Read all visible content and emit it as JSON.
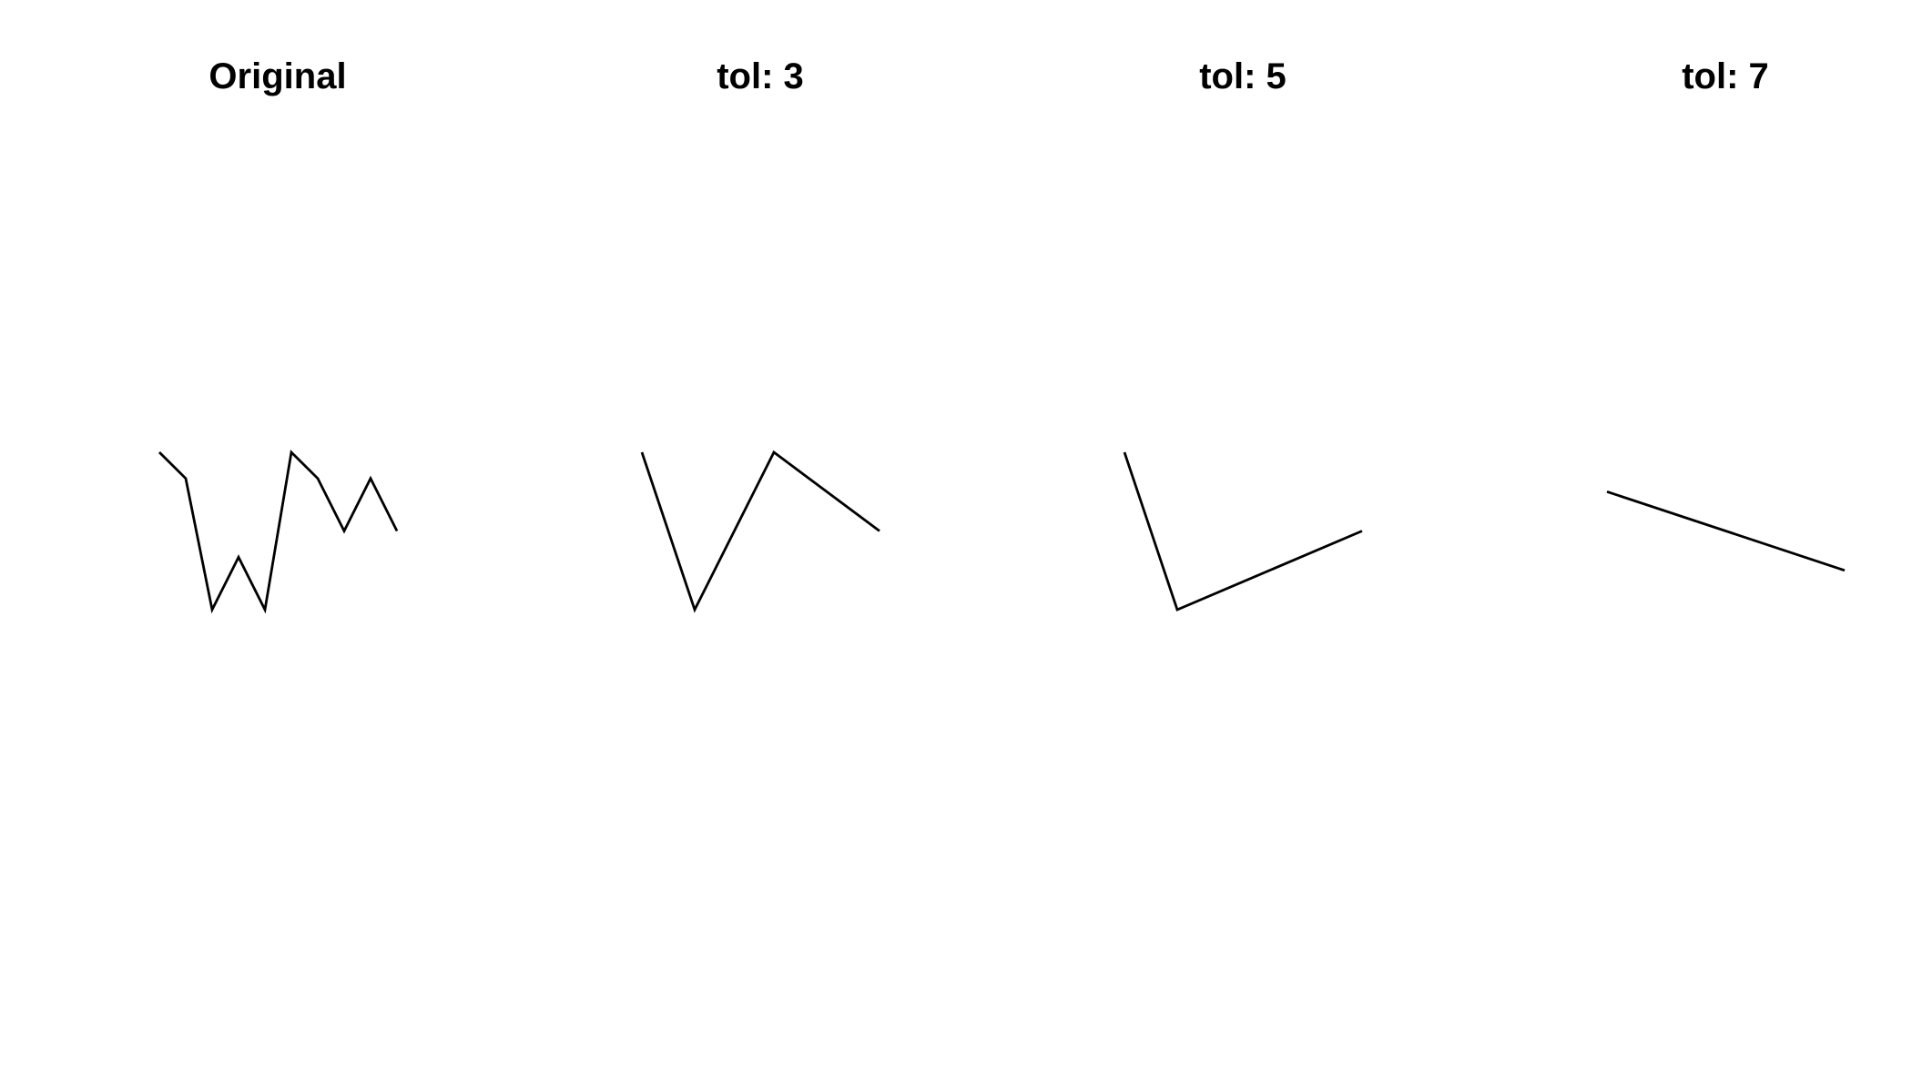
{
  "chart_data": [
    {
      "type": "line",
      "title": "Original",
      "xlabel": "",
      "ylabel": "",
      "x": [
        0,
        1,
        2,
        3,
        4,
        5,
        6,
        7,
        8,
        9
      ],
      "y": [
        3,
        2,
        -3,
        -1,
        -3,
        3,
        2,
        0,
        2,
        0
      ],
      "xlim": [
        0,
        9
      ],
      "ylim": [
        -3,
        3
      ],
      "axes_visible": false,
      "grid": false,
      "stroke_color": "#000000"
    },
    {
      "type": "line",
      "title": "tol: 3",
      "xlabel": "",
      "ylabel": "",
      "x": [
        0,
        2,
        5,
        9
      ],
      "y": [
        3,
        -3,
        3,
        0
      ],
      "xlim": [
        0,
        9
      ],
      "ylim": [
        -3,
        3
      ],
      "axes_visible": false,
      "grid": false,
      "stroke_color": "#000000"
    },
    {
      "type": "line",
      "title": "tol: 5",
      "xlabel": "",
      "ylabel": "",
      "x": [
        0,
        2,
        9
      ],
      "y": [
        3,
        -3,
        0
      ],
      "xlim": [
        0,
        9
      ],
      "ylim": [
        -3,
        3
      ],
      "axes_visible": false,
      "grid": false,
      "stroke_color": "#000000"
    },
    {
      "type": "line",
      "title": "tol: 7",
      "xlabel": "",
      "ylabel": "",
      "x": [
        0,
        9
      ],
      "y": [
        1.5,
        -1.5
      ],
      "xlim": [
        0,
        9
      ],
      "ylim": [
        -3,
        3
      ],
      "axes_visible": false,
      "grid": false,
      "stroke_color": "#000000"
    }
  ]
}
